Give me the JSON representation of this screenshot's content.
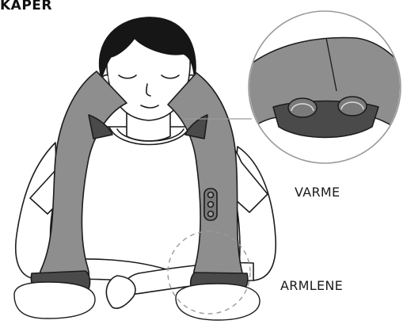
{
  "heading": "KAPER",
  "labels": {
    "heat": "VARME",
    "armrest": "ARMLENE"
  },
  "colors": {
    "massager_body": "#8e8e8e",
    "massager_dark": "#4a4a4a",
    "outline": "#1c1c1c",
    "skin": "#ffffff",
    "callout_line": "#9a9a9a"
  }
}
